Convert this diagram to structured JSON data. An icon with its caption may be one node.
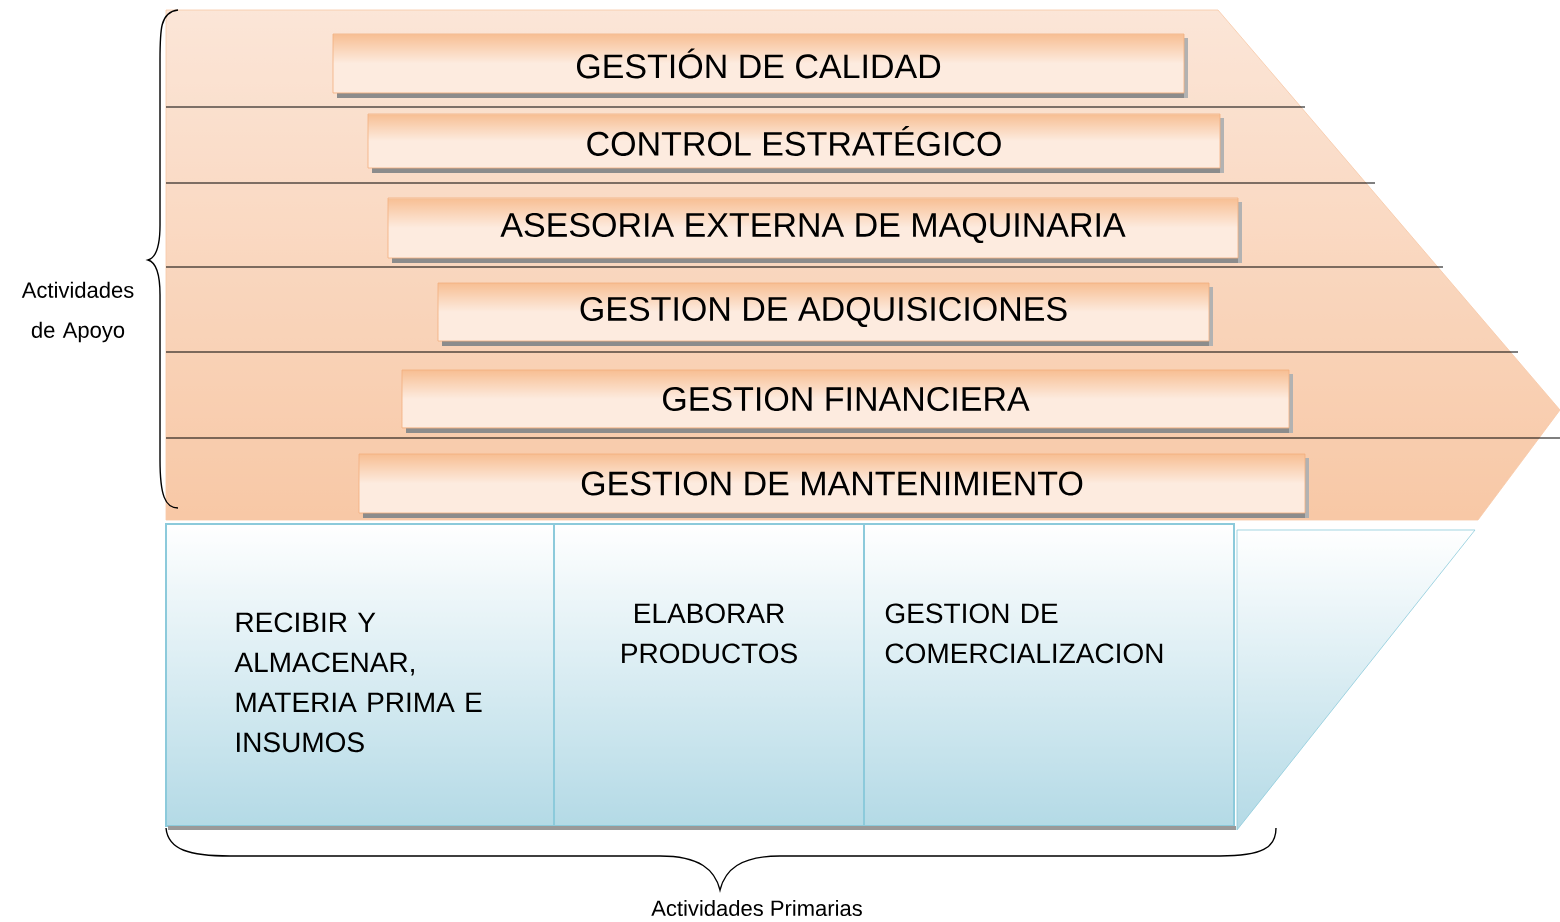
{
  "diagram": {
    "nodes": [
      {
        "text": [],
        "shape": "band"
      },
      {
        "text": [
          "GESTIÓN DE CALIDAD"
        ],
        "in": 0
      },
      {
        "text": [
          "CONTROL ESTRATÉGICO"
        ],
        "in": 0
      },
      {
        "text": [
          "ASESORIA EXTERNA DE MAQUINARIA"
        ],
        "in": 0
      },
      {
        "text": [
          "GESTION DE ADQUISICIONES"
        ],
        "in": 0
      },
      {
        "text": [
          "GESTION FINANCIERA"
        ],
        "in": 0
      },
      {
        "text": [
          "GESTION DE MANTENIMIENTO"
        ],
        "in": 0
      },
      {
        "text": [
          "RECIBIR Y ALMACENAR, MATERIA PRIMA E INSUMOS"
        ]
      },
      {
        "text": [
          "ELABORAR PRODUCTOS"
        ]
      },
      {
        "text": [
          "GESTION DE COMERCIALIZACION"
        ]
      },
      {
        "text": [],
        "shape": "band"
      }
    ],
    "labels": [
      "Actividades de Apoyo",
      "Actividades Primarias"
    ]
  }
}
